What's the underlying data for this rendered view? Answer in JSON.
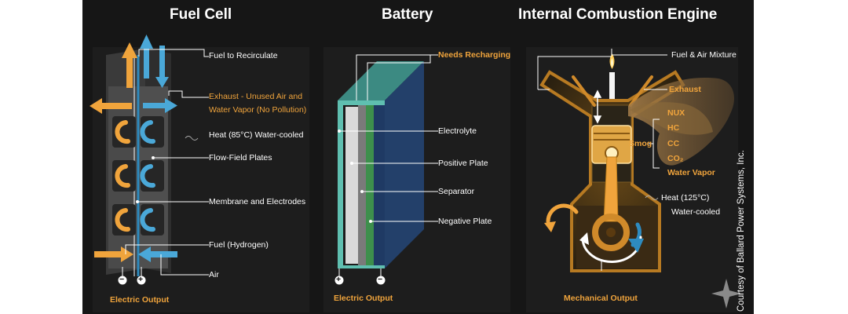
{
  "colors": {
    "background": "#161616",
    "panel": "#1d1d1d",
    "accent_orange": "#f0a43c",
    "accent_blue": "#4aa8d8",
    "battery_teal": "#5fbfb0",
    "battery_green": "#3d8f4c",
    "battery_navy": "#1f3a64",
    "stack_gray": "#4a4a4a"
  },
  "sections": {
    "fuel_cell": {
      "title": "Fuel Cell",
      "labels": {
        "fuel_to_recirculate": "Fuel to Recirculate",
        "exhaust_line1": "Exhaust - Unused Air and",
        "exhaust_line2": "Water Vapor (No Pollution)",
        "heat": "Heat (85°C) Water-cooled",
        "flow_field": "Flow-Field Plates",
        "membrane": "Membrane and Electrodes",
        "fuel_hydrogen": "Fuel (Hydrogen)",
        "air": "Air"
      },
      "output": "Electric Output"
    },
    "battery": {
      "title": "Battery",
      "labels": {
        "needs_recharging": "Needs Recharging",
        "electrolyte": "Electrolyte",
        "positive_plate": "Positive Plate",
        "separator": "Separator",
        "negative_plate": "Negative Plate"
      },
      "output": "Electric Output"
    },
    "engine": {
      "title": "Internal Combustion Engine",
      "labels": {
        "fuel_air": "Fuel & Air Mixture",
        "exhaust": "Exhaust",
        "smog": "Smog",
        "smog_items": [
          "NUX",
          "HC",
          "CC",
          "CO₂",
          "Water Vapor"
        ],
        "heat_line1": "Heat (125°C)",
        "heat_line2": "Water-cooled"
      },
      "output": "Mechanical Output"
    }
  },
  "terminals": {
    "negative": "−",
    "positive": "+"
  },
  "credit": "Courtesy of Ballard Power Systems, Inc."
}
